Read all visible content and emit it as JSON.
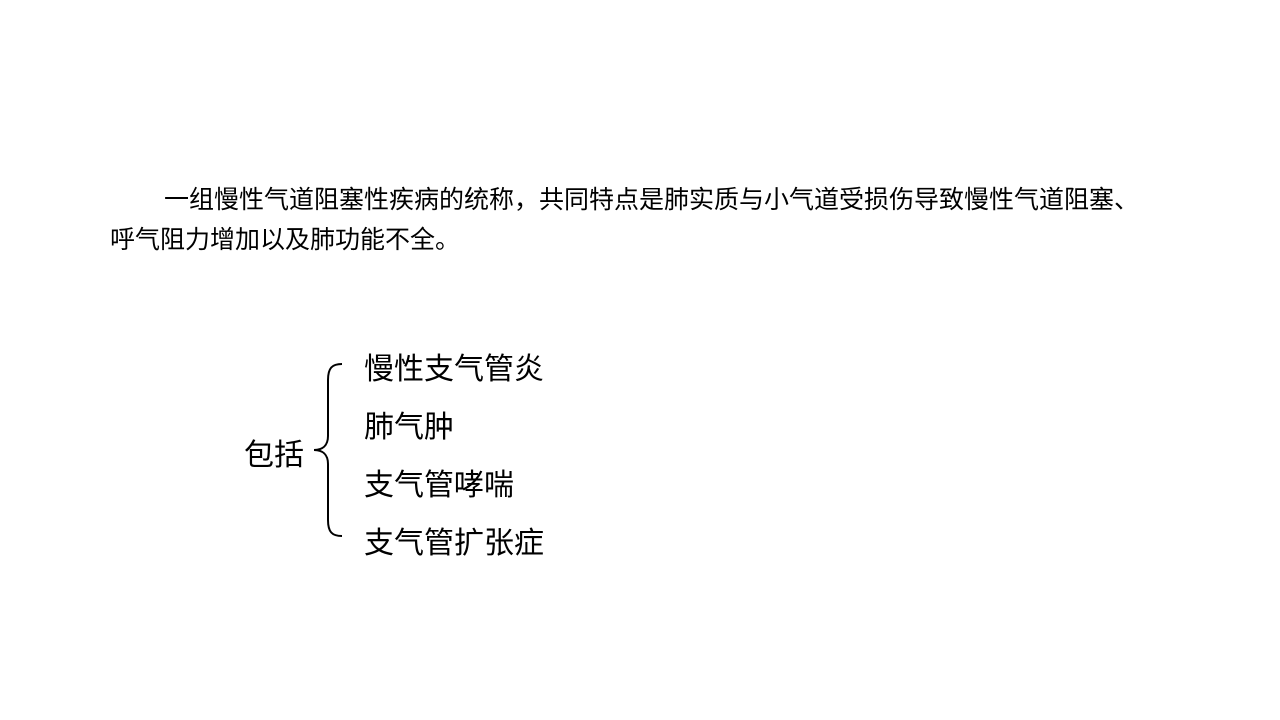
{
  "definition": {
    "text": "一组慢性气道阻塞性疾病的统称，共同特点是肺实质与小气道受损伤导致慢性气道阻塞、呼气阻力增加以及肺功能不全。"
  },
  "classification": {
    "label": "包括",
    "items": [
      "慢性支气管炎",
      "肺气肿",
      "支气管哮喘",
      "支气管扩张症"
    ]
  }
}
